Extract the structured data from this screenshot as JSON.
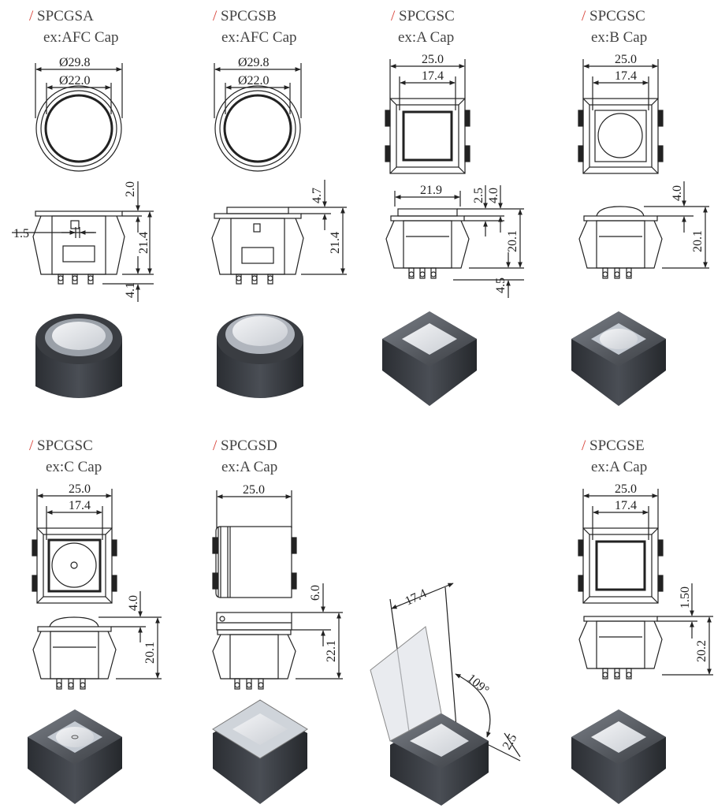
{
  "colors": {
    "accent": "#d9443a",
    "line": "#222222",
    "body": "#3c3f45"
  },
  "products": [
    {
      "slash": "/",
      "model": "SPCGSA",
      "cap": "ex:AFC Cap",
      "dims": [
        "Ø29.8",
        "Ø22.0",
        "2.0",
        "1.5",
        "21.4",
        "4.1"
      ]
    },
    {
      "slash": "/",
      "model": "SPCGSB",
      "cap": "ex:AFC Cap",
      "dims": [
        "Ø29.8",
        "Ø22.0",
        "4.7",
        "21.4"
      ]
    },
    {
      "slash": "/",
      "model": "SPCGSC",
      "cap": "ex:A Cap",
      "dims": [
        "25.0",
        "17.4",
        "21.9",
        "2.5",
        "4.0",
        "20.1",
        "4.5"
      ]
    },
    {
      "slash": "/",
      "model": "SPCGSC",
      "cap": "ex:B Cap",
      "dims": [
        "25.0",
        "17.4",
        "4.0",
        "20.1"
      ]
    },
    {
      "slash": "/",
      "model": "SPCGSC",
      "cap": "ex:C Cap",
      "dims": [
        "25.0",
        "17.4",
        "4.0",
        "20.1"
      ]
    },
    {
      "slash": "/",
      "model": "SPCGSD",
      "cap": "ex:A Cap",
      "dims": [
        "25.0",
        "6.0",
        "22.1"
      ]
    },
    {
      "slash": "/",
      "model": "SPCGSE",
      "cap": "ex:A Cap",
      "dims": [
        "25.0",
        "17.4",
        "1.50",
        "20.2"
      ]
    }
  ],
  "open_cover": {
    "dims": [
      "17.4",
      "109°",
      "2.5"
    ]
  }
}
